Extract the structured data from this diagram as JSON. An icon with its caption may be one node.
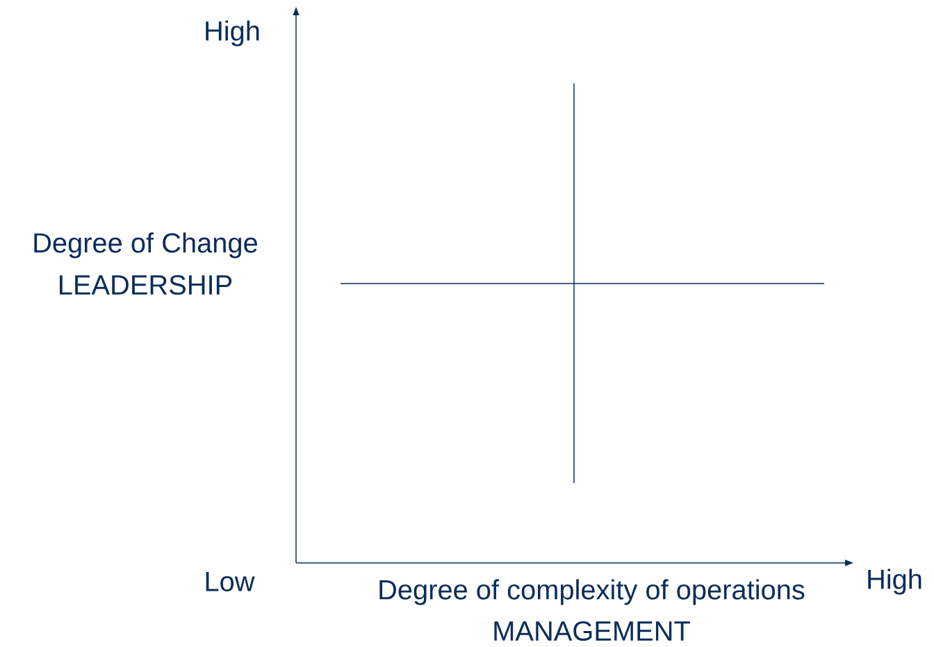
{
  "diagram": {
    "labels": [
      "High",
      "Degree of Change",
      "LEADERSHIP",
      "Low",
      "Degree of complexity of operations",
      "MANAGEMENT",
      "High"
    ]
  }
}
